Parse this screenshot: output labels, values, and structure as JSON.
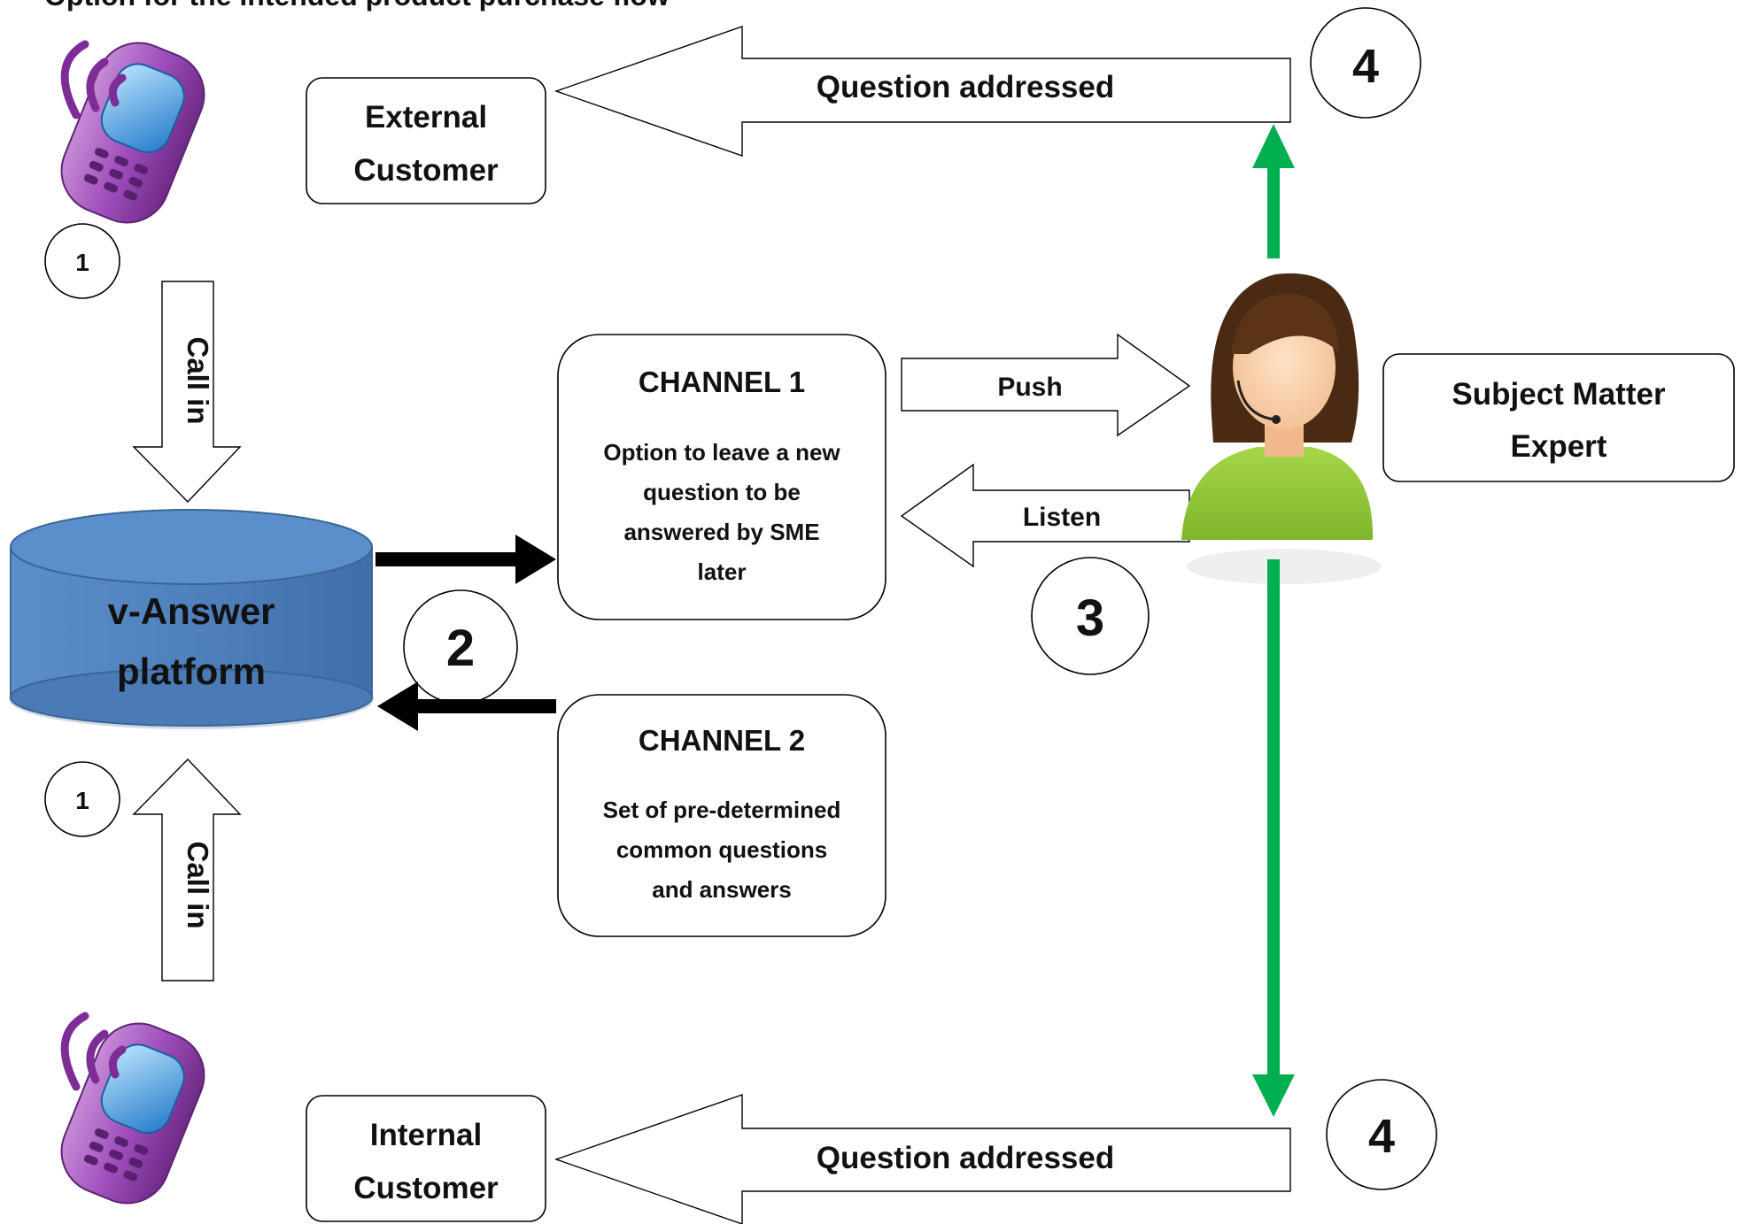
{
  "header_fragment": "Option for the intended product purchase flow",
  "platform": {
    "line1": "v-Answer",
    "line2": "platform",
    "color": "#4f81bd"
  },
  "external_customer": {
    "line1": "External",
    "line2": "Customer"
  },
  "internal_customer": {
    "line1": "Internal",
    "line2": "Customer"
  },
  "sme": {
    "line1": "Subject Matter",
    "line2": "Expert"
  },
  "channel1": {
    "title": "CHANNEL 1",
    "lines": [
      "Option to leave a new",
      "question to be",
      "answered by SME",
      "later"
    ]
  },
  "channel2": {
    "title": "CHANNEL 2",
    "lines": [
      "Set of pre-determined",
      "common questions",
      "and answers"
    ]
  },
  "arrows": {
    "call_in": "Call in",
    "push": "Push",
    "listen": "Listen",
    "question_addressed": "Question  addressed"
  },
  "steps": {
    "one": "1",
    "two": "2",
    "three": "3",
    "four": "4"
  },
  "colors": {
    "green_arrow": "#00b050",
    "phone_purple": "#9b3fb0",
    "phone_screen": "#2f8fd6",
    "person_shirt": "#8dc63f",
    "person_hair": "#4a2a12"
  }
}
